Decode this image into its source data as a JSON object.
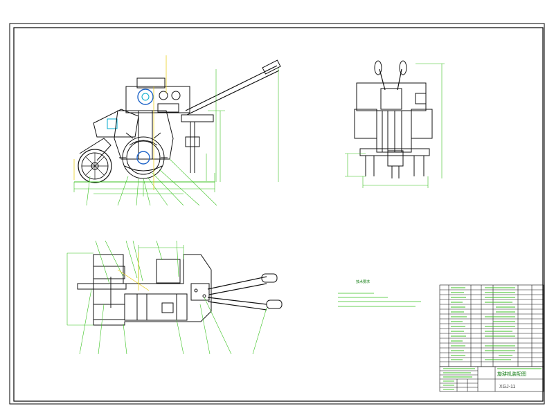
{
  "drawing": {
    "title_block": {
      "drawing_title": "旋耕机装配图",
      "drawing_code": "XGJ-11"
    },
    "technical_requirements": {
      "heading": "技术要求"
    }
  },
  "colors": {
    "frame": "#000000",
    "part_lines": "#111111",
    "dimension_lines": "#39c21f",
    "hatching_blue": "#1e64c8",
    "cyan": "#00aacc",
    "yellow_guides": "#e6c800",
    "red": "#cc0000"
  }
}
